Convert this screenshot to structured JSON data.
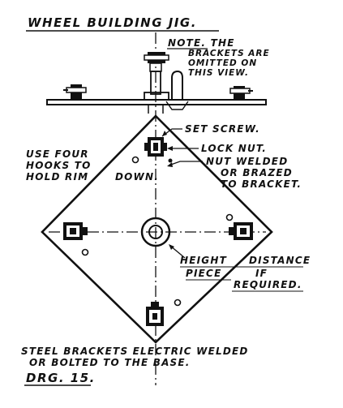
{
  "diagram": {
    "title": "WHEEL BUILDING JIG.",
    "note_lines": [
      "NOTE. THE",
      "BRACKETS ARE",
      "OMITTED ON",
      "THIS VIEW."
    ],
    "set_screw": "SET SCREW.",
    "lock_nut": "LOCK NUT.",
    "nut_welded_lines": [
      "NUT WELDED",
      "OR BRAZED",
      "TO BRACKET."
    ],
    "hooks_lines": [
      "USE FOUR",
      "HOOKS TO",
      "HOLD RIM",
      "DOWN."
    ],
    "height_lines": [
      "HEIGHT",
      "DISTANCE",
      "PIECE",
      "IF",
      "REQUIRED."
    ],
    "footer_lines": [
      "STEEL BRACKETS ELECTRIC WELDED",
      "OR BOLTED TO THE BASE."
    ],
    "drawing_number": "DRG. 15."
  },
  "colors": {
    "ink": "#111111",
    "paper": "#ffffff"
  }
}
